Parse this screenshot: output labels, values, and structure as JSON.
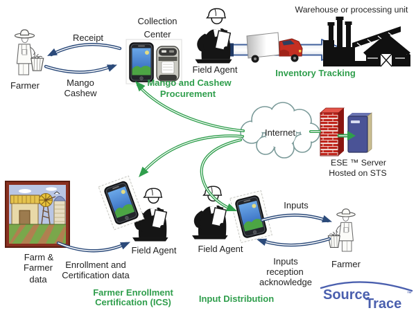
{
  "title": "SourceTrace agricultural traceability data flow diagram",
  "colors": {
    "accent_green": "#2f9e4c",
    "arrow_blue": "#2b4a7a",
    "text_dark": "#1f1f1f",
    "logo_blue": "#4a5fae",
    "firewall_red": "#c0251c",
    "truck_red": "#c42f22",
    "server_blue": "#4a5396"
  },
  "nodes": {
    "farmer_top": {
      "label": "Farmer"
    },
    "collection_center": {
      "line1": "Collection",
      "line2": "Center"
    },
    "field_agent_top": {
      "label": "Field Agent"
    },
    "warehouse": {
      "label": "Warehouse or processing unit"
    },
    "internet": {
      "label": "Internet"
    },
    "server": {
      "line1": "ESE ™ Server",
      "line2": "Hosted on STS"
    },
    "farm_data": {
      "line1": "Farm &",
      "line2": "Farmer",
      "line3": "data"
    },
    "field_agent_left": {
      "label": "Field Agent"
    },
    "field_agent_mid": {
      "label": "Field Agent"
    },
    "farmer_bottom": {
      "label": "Farmer"
    }
  },
  "flows": {
    "receipt": {
      "label": "Receipt"
    },
    "mango_cashew": {
      "line1": "Mango",
      "line2": "Cashew"
    },
    "procurement": {
      "line1": "Mango and Cashew",
      "line2": "Procurement"
    },
    "inventory_tracking": {
      "label": "Inventory Tracking"
    },
    "enrollment": {
      "line1": "Enrollment and",
      "line2": "Certification data"
    },
    "farmer_enrollment": {
      "line1": "Farmer Enrollment",
      "line2": "Certification (ICS)"
    },
    "inputs": {
      "label": "Inputs"
    },
    "inputs_reception": {
      "line1": "Inputs",
      "line2": "reception",
      "line3": "acknowledge"
    },
    "input_distribution": {
      "label": "Input Distribution"
    }
  },
  "logo": {
    "part1": "Source",
    "part2": "Trace",
    "tm": "™"
  }
}
